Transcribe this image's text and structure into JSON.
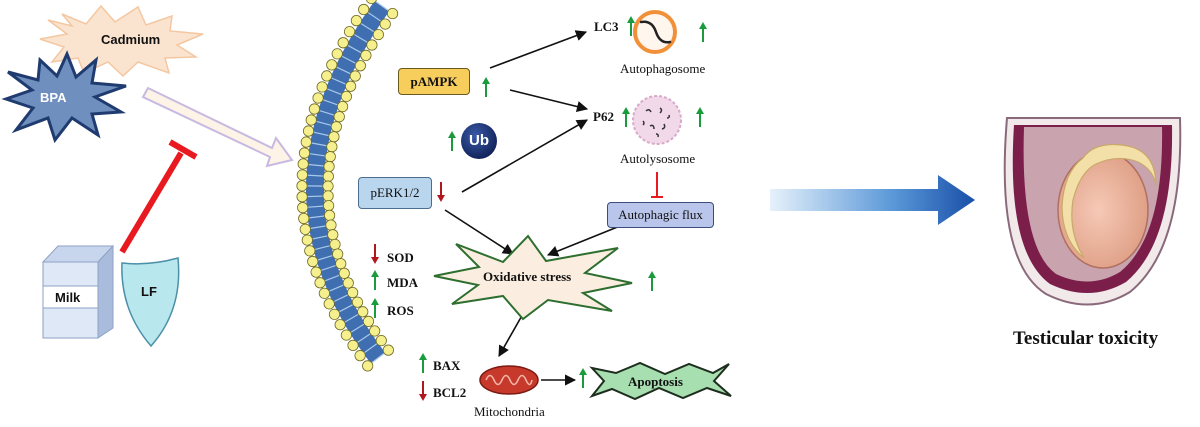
{
  "stressors": {
    "cadmium": "Cadmium",
    "bpa": "BPA"
  },
  "protection": {
    "milk": "Milk",
    "lf": "LF"
  },
  "signaling": {
    "pampk": "pAMPK",
    "perk": "pERK1/2",
    "ub": "Ub"
  },
  "autophagy": {
    "lc3": "LC3",
    "autophagosome": "Autophagosome",
    "p62": "P62",
    "autolysosome": "Autolysosome",
    "flux": "Autophagic flux"
  },
  "oxidative": {
    "sod": "SOD",
    "mda": "MDA",
    "ros": "ROS",
    "stress": "Oxidative stress"
  },
  "apoptosis_path": {
    "bax": "BAX",
    "bcl2": "BCL2",
    "mitochondria": "Mitochondria",
    "apoptosis": "Apoptosis"
  },
  "outcome": {
    "title": "Testicular toxicity"
  },
  "colors": {
    "up_arrow": "#1a9b3c",
    "down_arrow": "#b0171f",
    "inhibit": "#e8191f",
    "big_arrow": "#1a5fb4",
    "box_yellow": "#f7cd5c",
    "box_blue": "#b9d6ee"
  }
}
